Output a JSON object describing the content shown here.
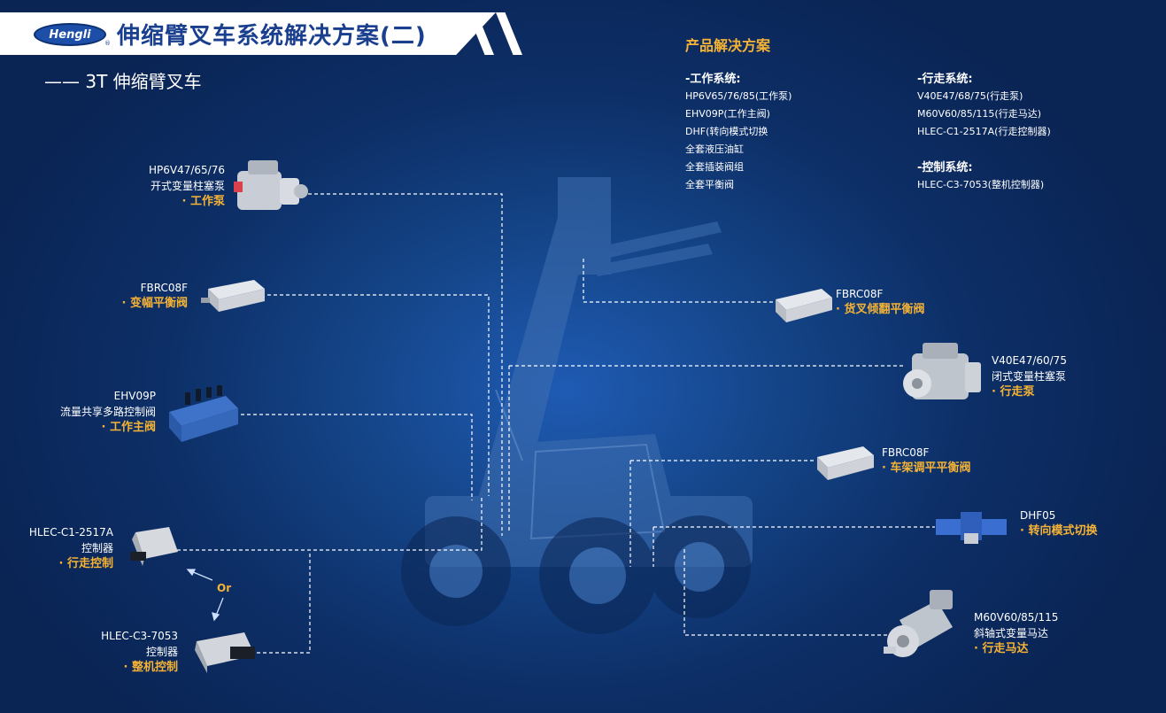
{
  "header": {
    "logo_text": "Hengli",
    "logo_mark": "®",
    "title": "伸缩臂叉车系统解决方案(二)",
    "subtitle": "—— 3T 伸缩臂叉车"
  },
  "solution": {
    "heading": "产品解决方案",
    "working_system": {
      "title": "-工作系统:",
      "items": [
        "HP6V65/76/85(工作泵)",
        "EHV09P(工作主阀)",
        "DHF(转向模式切换",
        "全套液压油缸",
        "全套插装阀组",
        "全套平衡阀"
      ]
    },
    "travel_system": {
      "title": "-行走系统:",
      "items": [
        "V40E47/68/75(行走泵)",
        "M60V60/85/115(行走马达)",
        "HLEC-C1-2517A(行走控制器)"
      ]
    },
    "control_system": {
      "title": "-控制系统:",
      "items": [
        "HLEC-C3-7053(整机控制器)"
      ]
    }
  },
  "components": {
    "work_pump": {
      "model": "HP6V47/65/76",
      "desc": "开式变量柱塞泵",
      "role": "· 工作泵"
    },
    "luffing_valve": {
      "model": "FBRC08F",
      "role": "· 变幅平衡阀"
    },
    "main_valve": {
      "model": "EHV09P",
      "desc": "流量共享多路控制阀",
      "role": "· 工作主阀"
    },
    "travel_controller": {
      "model": "HLEC-C1-2517A",
      "desc": "控制器",
      "role": "· 行走控制"
    },
    "or_text": "Or",
    "vehicle_controller": {
      "model": "HLEC-C3-7053",
      "desc": "控制器",
      "role": "· 整机控制"
    },
    "fork_tilt_valve": {
      "model": "FBRC08F",
      "role": "· 货叉倾翻平衡阀"
    },
    "travel_pump": {
      "model": "V40E47/60/75",
      "desc": "闭式变量柱塞泵",
      "role": "· 行走泵"
    },
    "frame_level_valve": {
      "model": "FBRC08F",
      "role": "· 车架调平平衡阀"
    },
    "steering_switch": {
      "model": "DHF05",
      "role": "· 转向模式切换"
    },
    "travel_motor": {
      "model": "M60V60/85/115",
      "desc": "斜轴式变量马达",
      "role": "· 行走马达"
    }
  },
  "colors": {
    "accent": "#f5b335",
    "title_blue": "#1a3f8f",
    "background": "#0d2f67"
  }
}
